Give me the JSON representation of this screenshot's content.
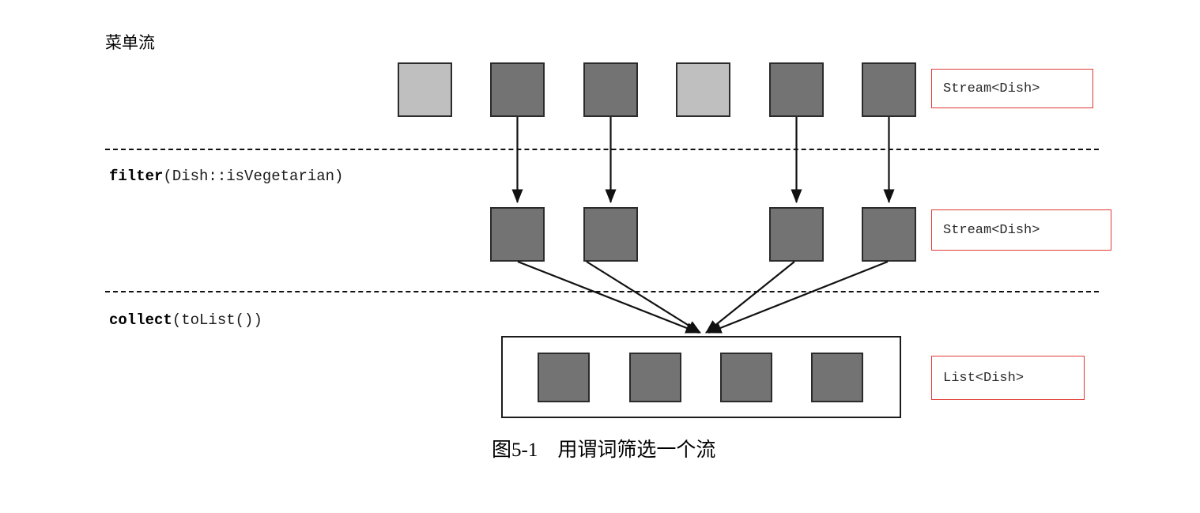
{
  "figure": {
    "stage_title": "菜单流",
    "caption": "图5-1　用谓词筛选一个流"
  },
  "operations": {
    "filter": {
      "name": "filter",
      "args": "(Dish::isVegetarian)"
    },
    "collect": {
      "name": "collect",
      "args": "(toList())"
    }
  },
  "type_labels": {
    "source_stream": "Stream<Dish>",
    "filtered_stream": "Stream<Dish>",
    "result_list": "List<Dish>"
  },
  "colors": {
    "dark_element": "#737373",
    "light_element": "#bfbfbf",
    "element_border": "#2b2b2b",
    "type_box_border": "#e03a35",
    "divider": "#111111"
  },
  "rows": {
    "source": {
      "label": "source-stream-elements",
      "count": 6,
      "elements": [
        {
          "index": 1,
          "state": "light",
          "passes_filter": false
        },
        {
          "index": 2,
          "state": "dark",
          "passes_filter": true
        },
        {
          "index": 3,
          "state": "dark",
          "passes_filter": true
        },
        {
          "index": 4,
          "state": "light",
          "passes_filter": false
        },
        {
          "index": 5,
          "state": "dark",
          "passes_filter": true
        },
        {
          "index": 6,
          "state": "dark",
          "passes_filter": true
        }
      ]
    },
    "filtered": {
      "label": "filtered-stream-elements",
      "count": 4,
      "elements": [
        {
          "index": 1,
          "state": "dark"
        },
        {
          "index": 2,
          "state": "dark"
        },
        {
          "index": 3,
          "state": "dark"
        },
        {
          "index": 4,
          "state": "dark"
        }
      ]
    },
    "result": {
      "label": "result-list-elements",
      "count": 4,
      "elements": [
        {
          "index": 1,
          "state": "dark"
        },
        {
          "index": 2,
          "state": "dark"
        },
        {
          "index": 3,
          "state": "dark"
        },
        {
          "index": 4,
          "state": "dark"
        }
      ]
    }
  }
}
